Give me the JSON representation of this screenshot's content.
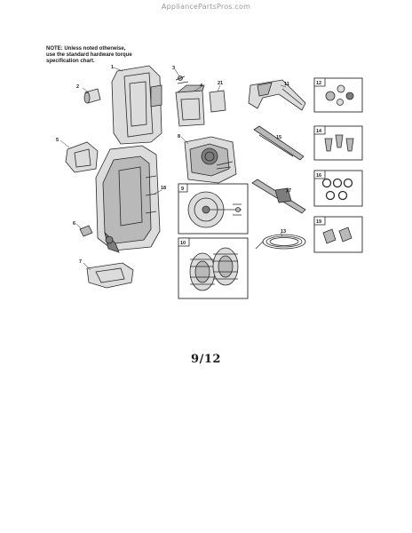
{
  "watermark": "AppliancePartsPros.com",
  "note": {
    "line1": "NOTE: Unless noted otherwise,",
    "line2": "use the standard hardware torque",
    "line3": "specification chart."
  },
  "callouts": {
    "c1": "1",
    "c2": "2",
    "c3": "3",
    "c4": "4",
    "c5": "5",
    "c6": "6",
    "c7": "7",
    "c8": "8",
    "c9": "9",
    "c10": "10",
    "c11": "11",
    "c12": "12",
    "c13": "13",
    "c14": "14",
    "c15": "15",
    "c16": "16",
    "c17": "17",
    "c18": "18",
    "c19": "19",
    "c21": "21"
  },
  "page_number": "9/12"
}
